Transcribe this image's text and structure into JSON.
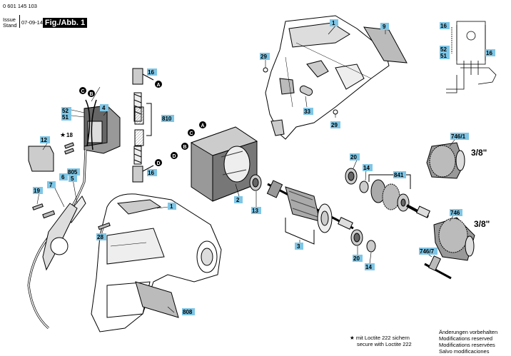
{
  "header": {
    "part_number": "0 601 145 103",
    "issue_label": "Issue",
    "stand_label": "Stand",
    "date": "07-09-14",
    "figure": "Fig./Abb. 1"
  },
  "labels": {
    "l1_top": "1",
    "l9": "9",
    "l29a": "29",
    "l29b": "29",
    "l33": "33",
    "l16a": "16",
    "l16b": "16",
    "l810": "810",
    "lA1": "A",
    "lA2": "A",
    "lB1": "B",
    "lB2": "B",
    "lC1": "C",
    "lC2": "C",
    "lD1": "D",
    "lD2": "D",
    "l52": "52",
    "l51": "51",
    "l4": "4",
    "l12": "12",
    "l18": "18",
    "l2": "2",
    "l13": "13",
    "l3": "3",
    "l20a": "20",
    "l20b": "20",
    "l14a": "14",
    "l14b": "14",
    "l841": "841",
    "l7461": "746/1",
    "l746": "746",
    "l7467": "746/7",
    "size1": "3/8\"",
    "size2": "3/8\"",
    "l19": "19",
    "l7": "7",
    "l6": "6",
    "l805": "805",
    "l5": "5",
    "l28": "28",
    "l1_housing": "1",
    "l808": "808",
    "w16a": "16",
    "w16b": "16",
    "w52": "52",
    "w51": "51"
  },
  "footer": {
    "loctite_de": "mit Loctite 222 sichern",
    "loctite_en": "secure with Loctite 222",
    "changes_de": "Änderungen vorbehalten",
    "changes_en": "Modifications reserved",
    "changes_fr": "Modifications reservées",
    "changes_es": "Salvo modificaciones"
  }
}
